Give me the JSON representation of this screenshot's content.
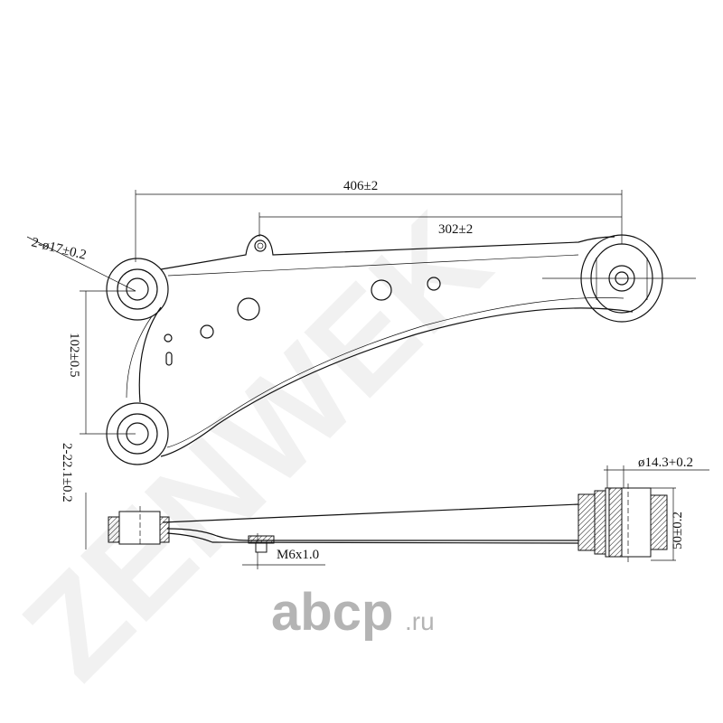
{
  "watermark": "ZENWEK",
  "logo": {
    "main": "abcp",
    "suffix": ".ru"
  },
  "dimensions": {
    "overall_length": "406±2",
    "inner_length": "302±2",
    "bushing_bore": "2-ø17±0.2",
    "bushing_spacing": "102±0.5",
    "bushing_width": "2-22.1±0.2",
    "thread": "M6x1.0",
    "right_bore": "ø14.3+0.2",
    "right_width": "50±0.2"
  }
}
